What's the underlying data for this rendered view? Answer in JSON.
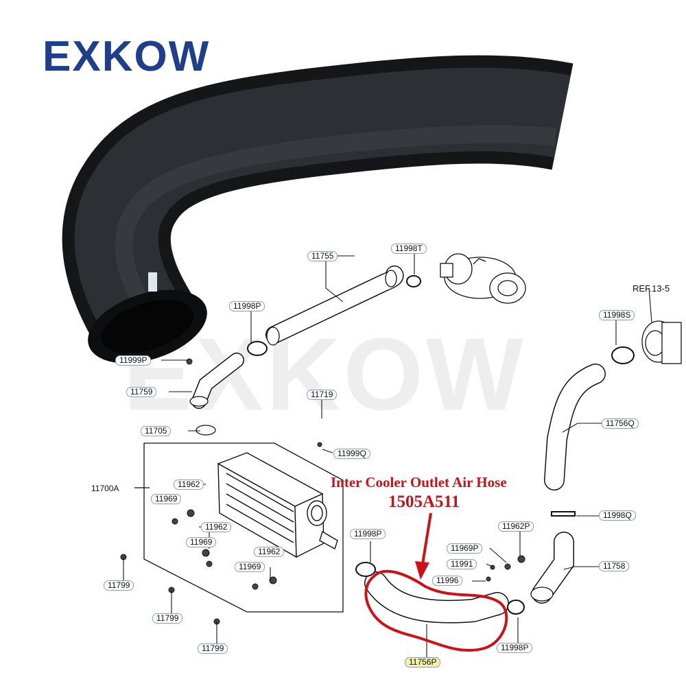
{
  "brand": {
    "name": "EXKOW",
    "color": "#1f3f8c"
  },
  "watermark": {
    "text": "EXKOW"
  },
  "callout": {
    "title": "Inter Cooler Outlet Air Hose",
    "part_number": "1505A511",
    "color": "#c4141a"
  },
  "diagram": {
    "ref_label": "REF.13-5",
    "assembly_label": "11700A",
    "parts": [
      {
        "id": "11755"
      },
      {
        "id": "11998T"
      },
      {
        "id": "11998P"
      },
      {
        "id": "11998S"
      },
      {
        "id": "11999P"
      },
      {
        "id": "11759"
      },
      {
        "id": "11719"
      },
      {
        "id": "11705"
      },
      {
        "id": "11999Q"
      },
      {
        "id": "11756Q"
      },
      {
        "id": "11962"
      },
      {
        "id": "11969"
      },
      {
        "id": "11962"
      },
      {
        "id": "11969"
      },
      {
        "id": "11962"
      },
      {
        "id": "11969"
      },
      {
        "id": "11799"
      },
      {
        "id": "11799"
      },
      {
        "id": "11799"
      },
      {
        "id": "11998P"
      },
      {
        "id": "11962P"
      },
      {
        "id": "11969P"
      },
      {
        "id": "11991"
      },
      {
        "id": "11996"
      },
      {
        "id": "11998Q"
      },
      {
        "id": "11758"
      },
      {
        "id": "11998P"
      },
      {
        "id": "11756P",
        "highlighted": true
      }
    ]
  }
}
